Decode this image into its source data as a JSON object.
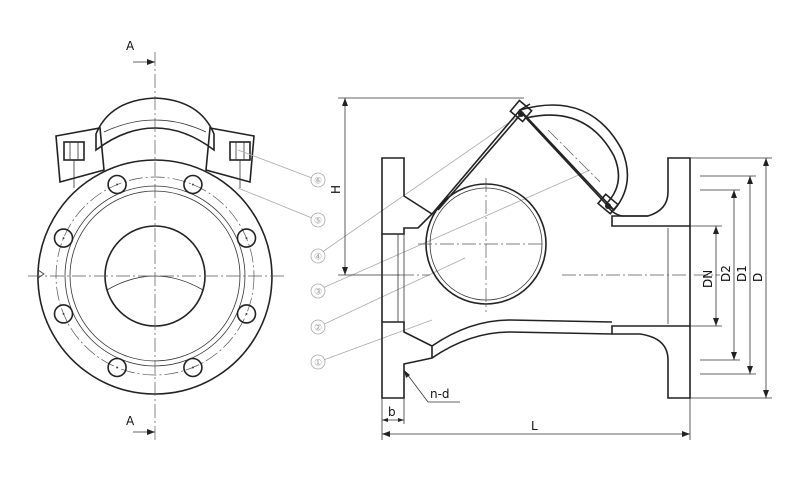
{
  "section_marks": {
    "top": "A",
    "bottom": "A"
  },
  "balloons": [
    "⑥",
    "⑤",
    "④",
    "③",
    "②",
    "①"
  ],
  "dims": {
    "H": "H",
    "DN": "DN",
    "D2": "D2",
    "D1": "D1",
    "D": "D",
    "L": "L",
    "b": "b",
    "nd": "n-d"
  }
}
